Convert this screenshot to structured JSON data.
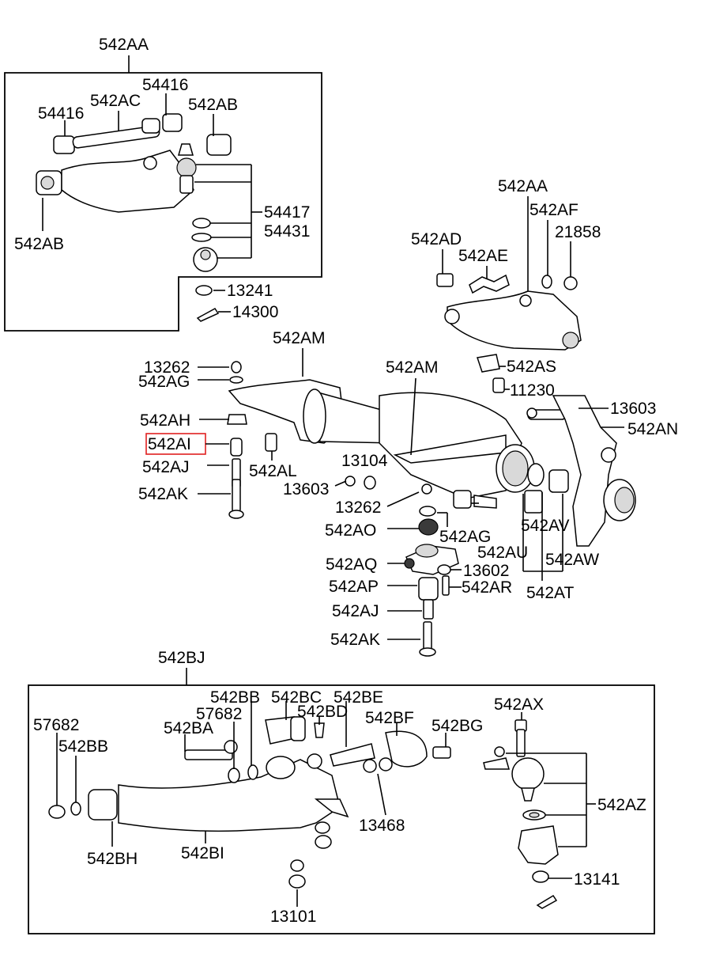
{
  "diagram": {
    "highlighted_callout": "542AI",
    "highlight_color": "#e02020",
    "upper_arm_group": {
      "header": "542AA",
      "labels": [
        "54416",
        "542AC",
        "54416",
        "542AB",
        "542AB",
        "54417",
        "54431"
      ],
      "outside_labels": [
        "13241",
        "14300"
      ]
    },
    "knuckle_group": {
      "labels": [
        "542AA",
        "542AF",
        "542AD",
        "542AE",
        "21858",
        "542AS",
        "11230",
        "13603",
        "542AN"
      ]
    },
    "center_group": {
      "labels": [
        "542AM",
        "542AM",
        "13262",
        "542AG",
        "542AH",
        "542AI",
        "542AJ",
        "542AK",
        "542AL",
        "13104",
        "13603",
        "13262",
        "542AO",
        "542AG",
        "542AV",
        "542AU",
        "542AW",
        "542AQ",
        "13602",
        "542AP",
        "542AR",
        "542AT",
        "542AJ",
        "542AK"
      ]
    },
    "lower_arm_group": {
      "header": "542BJ",
      "labels": [
        "542BB",
        "542BC",
        "542BE",
        "57682",
        "542BD",
        "542BF",
        "542BG",
        "542AX",
        "57682",
        "542BA",
        "542BB",
        "542AZ",
        "13468",
        "542BH",
        "542BI",
        "13141",
        "13101"
      ]
    }
  }
}
